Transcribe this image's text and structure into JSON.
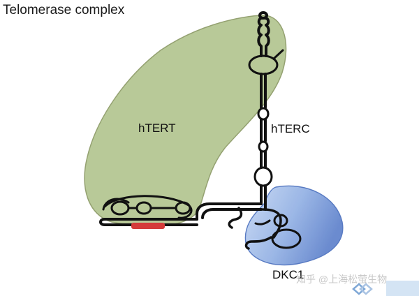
{
  "title": "Telomerase complex",
  "labels": {
    "htert": "hTERT",
    "hterc": "hTERC",
    "dkc1": "DKC1"
  },
  "watermark": "知乎 @上海松萤生物",
  "colors": {
    "htert_fill": "#b5c793",
    "htert_stroke": "#8f9d6a",
    "dkc1_fill": "#8eaee2",
    "rna_strand": "#111111",
    "template_region": "#d43a3a"
  }
}
